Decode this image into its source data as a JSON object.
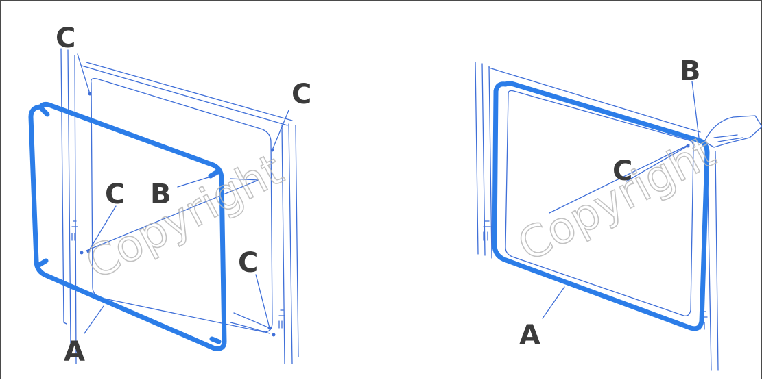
{
  "colors": {
    "line": "#3f6fd8",
    "seal": "#2c7de8",
    "label": "#3b3b3b",
    "watermark": "#b8b8b8",
    "border": "#4a4a4a"
  },
  "watermark": "Copyright",
  "left_panel": {
    "labels": {
      "a": "A",
      "b": "B",
      "c_top": "C",
      "c_right": "C",
      "c_center": "C",
      "c_lower": "C"
    }
  },
  "right_panel": {
    "labels": {
      "a": "A",
      "b": "B",
      "c": "C"
    }
  }
}
